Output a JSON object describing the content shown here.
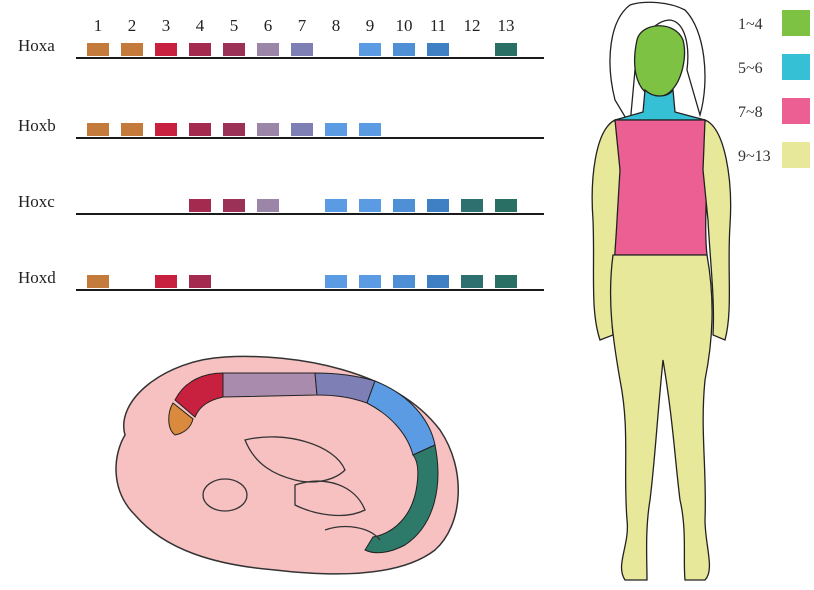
{
  "gene_numbers": [
    "1",
    "2",
    "3",
    "4",
    "5",
    "6",
    "7",
    "8",
    "9",
    "10",
    "11",
    "12",
    "13"
  ],
  "clusters": [
    {
      "name": "Hoxa",
      "present": [
        1,
        2,
        3,
        4,
        5,
        6,
        7,
        9,
        10,
        11,
        13
      ]
    },
    {
      "name": "Hoxb",
      "present": [
        1,
        2,
        3,
        4,
        5,
        6,
        7,
        8,
        9
      ]
    },
    {
      "name": "Hoxc",
      "present": [
        4,
        5,
        6,
        8,
        9,
        10,
        11,
        12,
        13
      ]
    },
    {
      "name": "Hoxd",
      "present": [
        1,
        3,
        4,
        8,
        9,
        10,
        11,
        12,
        13
      ]
    }
  ],
  "gene_colors": {
    "1": "#c47a3a",
    "2": "#c47a3a",
    "3": "#c8203f",
    "4": "#a52a4f",
    "5": "#9b3156",
    "6": "#9b86a8",
    "7": "#7e7fb5",
    "8": "#5b9be3",
    "9": "#5b9be3",
    "10": "#4f8fd6",
    "11": "#3f7fc4",
    "12": "#2e6f6f",
    "13": "#2a6f64"
  },
  "legend": [
    {
      "label": "1~4",
      "color": "#7dc243"
    },
    {
      "label": "5~6",
      "color": "#35c0d6"
    },
    {
      "label": "7~8",
      "color": "#ec5f93"
    },
    {
      "label": "9~13",
      "color": "#e8e89a"
    }
  ]
}
